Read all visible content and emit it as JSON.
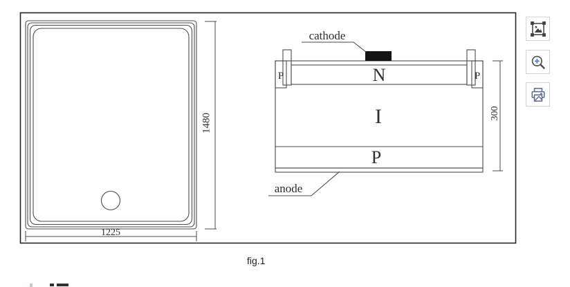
{
  "figure": {
    "caption": "fig.1",
    "left_view": {
      "height_dim": "1480",
      "width_dim": "1225"
    },
    "right_view": {
      "cathode_label": "cathode",
      "anode_label": "anode",
      "n_layer": "N",
      "i_layer": "I",
      "p_layer": "P",
      "p_plus_left": "P",
      "p_plus_right": "P",
      "thickness_dim": "300"
    }
  },
  "toolbar": {
    "buttons": [
      {
        "name": "view-image",
        "icon": "image-frame-icon"
      },
      {
        "name": "zoom-in",
        "icon": "zoom-in-icon"
      },
      {
        "name": "print",
        "icon": "print-icon"
      }
    ]
  },
  "colors": {
    "line": "#4a4a4a",
    "ink": "#2e2e2e",
    "contact_fill": "#141414",
    "accent_blue": "#4a86d8",
    "printer_slate": "#5b6b8c",
    "button_border": "#d5d5d5"
  }
}
